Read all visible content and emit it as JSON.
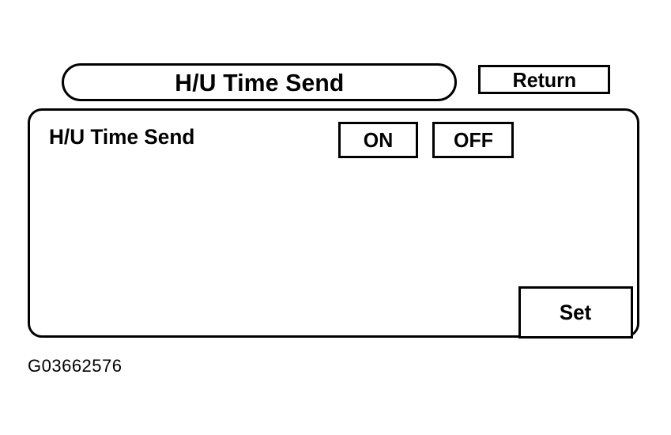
{
  "screen": {
    "background_color": "#ffffff",
    "line_color": "#000000"
  },
  "header": {
    "title": "H/U Time Send",
    "return_label": "Return"
  },
  "panel": {
    "rows": [
      {
        "label": "H/U Time Send",
        "options": [
          {
            "label": "ON"
          },
          {
            "label": "OFF"
          }
        ]
      }
    ],
    "set_label": "Set"
  },
  "caption": {
    "text": "G03662576"
  }
}
